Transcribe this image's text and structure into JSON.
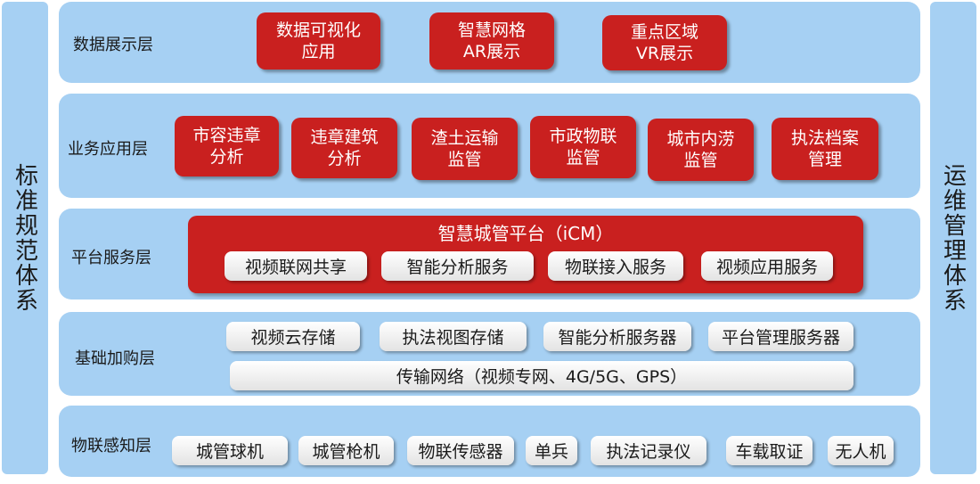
{
  "left_side": "标准规范体系",
  "right_side": "运维管理体系",
  "layers": {
    "display": {
      "label": "数据展示层",
      "items": [
        "数据可视化\n应用",
        "智慧网格\nAR展示",
        "重点区域\nVR展示"
      ]
    },
    "business": {
      "label": "业务应用层",
      "items": [
        "市容违章\n分析",
        "违章建筑\n分析",
        "渣土运输\n监管",
        "市政物联\n监管",
        "城市内涝\n监管",
        "执法档案\n管理"
      ]
    },
    "platform": {
      "label": "平台服务层",
      "title": "智慧城管平台（iCM）",
      "items": [
        "视频联网共享",
        "智能分析服务",
        "物联接入服务",
        "视频应用服务"
      ]
    },
    "infrastructure": {
      "label": "基础加购层",
      "items": [
        "视频云存储",
        "执法视图存储",
        "智能分析服务器",
        "平台管理服务器"
      ],
      "network": "传输网络（视频专网、4G/5G、GPS）"
    },
    "iot": {
      "label": "物联感知层",
      "items": [
        "城管球机",
        "城管枪机",
        "物联传感器",
        "单兵",
        "执法记录仪",
        "车载取证",
        "无人机"
      ]
    }
  },
  "colors": {
    "layer_bg": "#a6d0f3",
    "red_box": "#c9201f",
    "gray_box": "#ececec"
  }
}
